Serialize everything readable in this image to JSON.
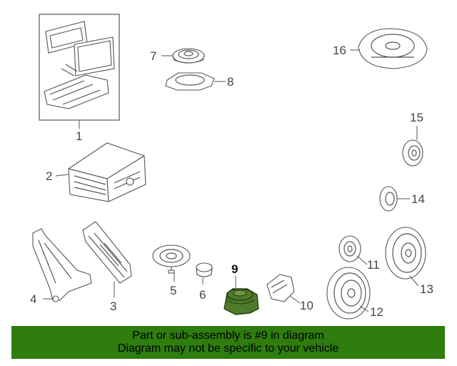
{
  "diagram": {
    "callouts": [
      {
        "id": "1",
        "label": "1"
      },
      {
        "id": "2",
        "label": "2"
      },
      {
        "id": "3",
        "label": "3"
      },
      {
        "id": "4",
        "label": "4"
      },
      {
        "id": "5",
        "label": "5"
      },
      {
        "id": "6",
        "label": "6"
      },
      {
        "id": "7",
        "label": "7"
      },
      {
        "id": "8",
        "label": "8"
      },
      {
        "id": "9",
        "label": "9"
      },
      {
        "id": "10",
        "label": "10"
      },
      {
        "id": "11",
        "label": "11"
      },
      {
        "id": "12",
        "label": "12"
      },
      {
        "id": "13",
        "label": "13"
      },
      {
        "id": "14",
        "label": "14"
      },
      {
        "id": "15",
        "label": "15"
      },
      {
        "id": "16",
        "label": "16"
      }
    ],
    "highlighted_part": "9",
    "highlight_color": "#4e7a2a"
  },
  "banner": {
    "line1": "Part or sub-assembly is #9 in diagram",
    "line2": "Diagram may not be specific to your vehicle",
    "background": "#2e7d0e"
  }
}
